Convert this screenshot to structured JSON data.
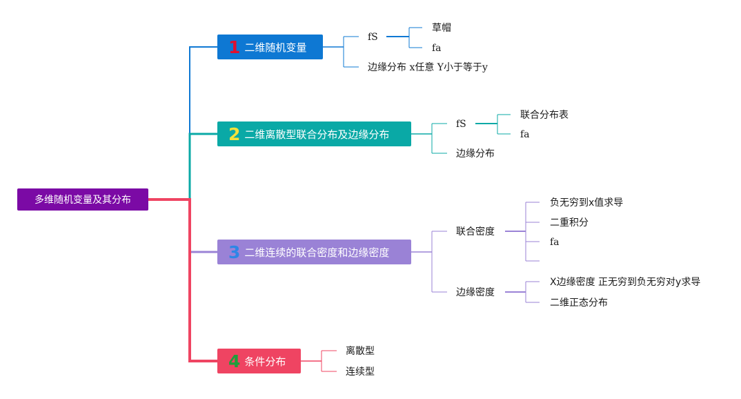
{
  "root": {
    "label": "多维随机变量及其分布",
    "color": "#7b0aa5"
  },
  "branches": [
    {
      "number": "1",
      "label": "二维随机变量",
      "color": "#0e78d3",
      "number_color": "#e0102f",
      "children": [
        {
          "label": "fS",
          "children": [
            {
              "label": "草帽"
            },
            {
              "label": "fa"
            }
          ]
        },
        {
          "label": "边缘分布 x任意 Y小于等于y"
        }
      ]
    },
    {
      "number": "2",
      "label": "二维离散型联合分布及边缘分布",
      "color": "#0aa9a6",
      "number_color": "#f5e23a",
      "children": [
        {
          "label": "fS",
          "children": [
            {
              "label": "联合分布表"
            },
            {
              "label": "fa"
            }
          ]
        },
        {
          "label": "边缘分布"
        }
      ]
    },
    {
      "number": "3",
      "label": "二维连续的联合密度和边缘密度",
      "color": "#9a82d6",
      "number_color": "#2e86e6",
      "children": [
        {
          "label": "联合密度",
          "children": [
            {
              "label": "负无穷到x值求导"
            },
            {
              "label": "二重积分"
            },
            {
              "label": "fa"
            },
            {
              "label": ""
            }
          ]
        },
        {
          "label": "边缘密度",
          "children": [
            {
              "label": "X边缘密度 正无穷到负无穷对y求导"
            },
            {
              "label": "二维正态分布"
            }
          ]
        }
      ]
    },
    {
      "number": "4",
      "label": "条件分布",
      "color": "#ef4462",
      "number_color": "#1f9e3b",
      "children": [
        {
          "label": "离散型"
        },
        {
          "label": "连续型"
        }
      ]
    }
  ]
}
